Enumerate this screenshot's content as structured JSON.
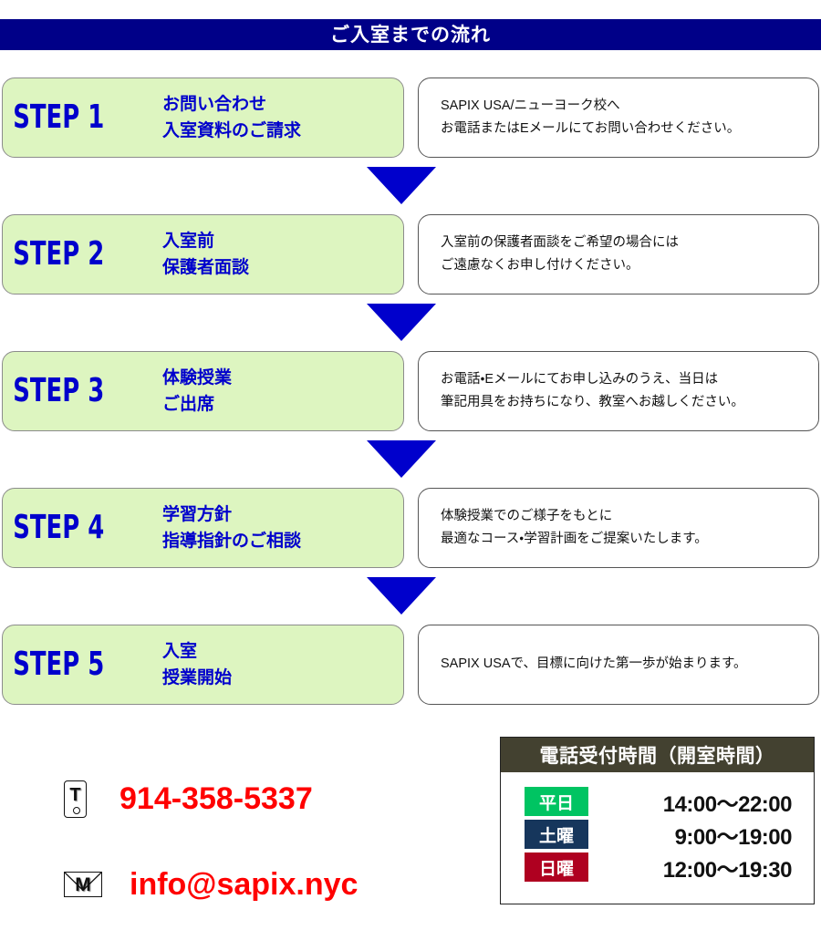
{
  "header": {
    "title": "ご入室までの流れ",
    "background_color": "#000088",
    "text_color": "#ffffff"
  },
  "colors": {
    "step_box_green": "#ddf5c0",
    "step_text_blue": "#0000cc",
    "arrow_blue": "#0000cc",
    "contact_red": "#ff0000",
    "hours_header": "#434130",
    "weekday_badge": "#00c462",
    "saturday_badge": "#16365c",
    "sunday_badge": "#af0020"
  },
  "steps": [
    {
      "label": "STEP 1",
      "heading_line1": "お問い合わせ",
      "heading_line2": "入室資料のご請求",
      "desc_line1": "SAPIX USA/ニューヨーク校へ",
      "desc_line2": "お電話またはEメールにてお問い合わせください。"
    },
    {
      "label": "STEP 2",
      "heading_line1": "入室前",
      "heading_line2": "保護者面談",
      "desc_line1": "入室前の保護者面談をご希望の場合には",
      "desc_line2": "ご遠慮なくお申し付けください。"
    },
    {
      "label": "STEP 3",
      "heading_line1": "体験授業",
      "heading_line2": "ご出席",
      "desc_line1": "お電話・Eメールにてお申し込みのうえ、当日は",
      "desc_line2": "筆記用具をお持ちになり、教室へお越しください。"
    },
    {
      "label": "STEP 4",
      "heading_line1": "学習方針",
      "heading_line2": "指導指針のご相談",
      "desc_line1": "体験授業でのご様子をもとに",
      "desc_line2": "最適なコース・学習計画をご提案いたします。"
    },
    {
      "label": "STEP 5",
      "heading_line1": "入室",
      "heading_line2": "授業開始",
      "desc_line1": "SAPIX USAで、目標に向けた第一歩が始まります。",
      "desc_line2": ""
    }
  ],
  "contact": {
    "phone": {
      "icon": "phone-icon",
      "icon_glyph": "T",
      "value": "914-358-5337"
    },
    "email": {
      "icon": "mail-icon",
      "icon_glyph": "M",
      "value": "info@sapix.nyc"
    }
  },
  "hours": {
    "title": "電話受付時間（開室時間）",
    "rows": [
      {
        "day": "平日",
        "time": "14:00〜22:00"
      },
      {
        "day": "土曜",
        "time": "9:00〜19:00"
      },
      {
        "day": "日曜",
        "time": "12:00〜19:30"
      }
    ]
  }
}
